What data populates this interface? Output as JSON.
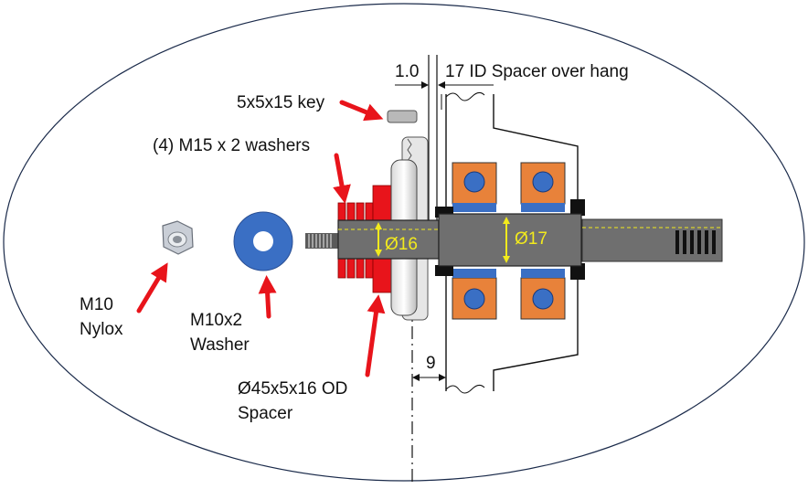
{
  "labels": {
    "key": "5x5x15 key",
    "washers": "(4) M15 x 2 washers",
    "nylox_line1": "M10",
    "nylox_line2": "Nylox",
    "washer_line1": "M10x2",
    "washer_line2": "Washer",
    "od_spacer_line1": "Ø45x5x16 OD",
    "od_spacer_line2": "Spacer",
    "dim_gap": "1.0",
    "spacer_overhang": "17 ID Spacer over hang",
    "dim_9": "9",
    "dia_16": "Ø16",
    "dia_17": "Ø17"
  },
  "colors": {
    "arrow": "#e8141b",
    "washer_blue": "#3a6fc4",
    "bearing_orange": "#e8823a",
    "shaft_gray": "#6f6f6f",
    "spacer_red": "#e8141b",
    "dimension_yellow": "#f2ea1d"
  }
}
